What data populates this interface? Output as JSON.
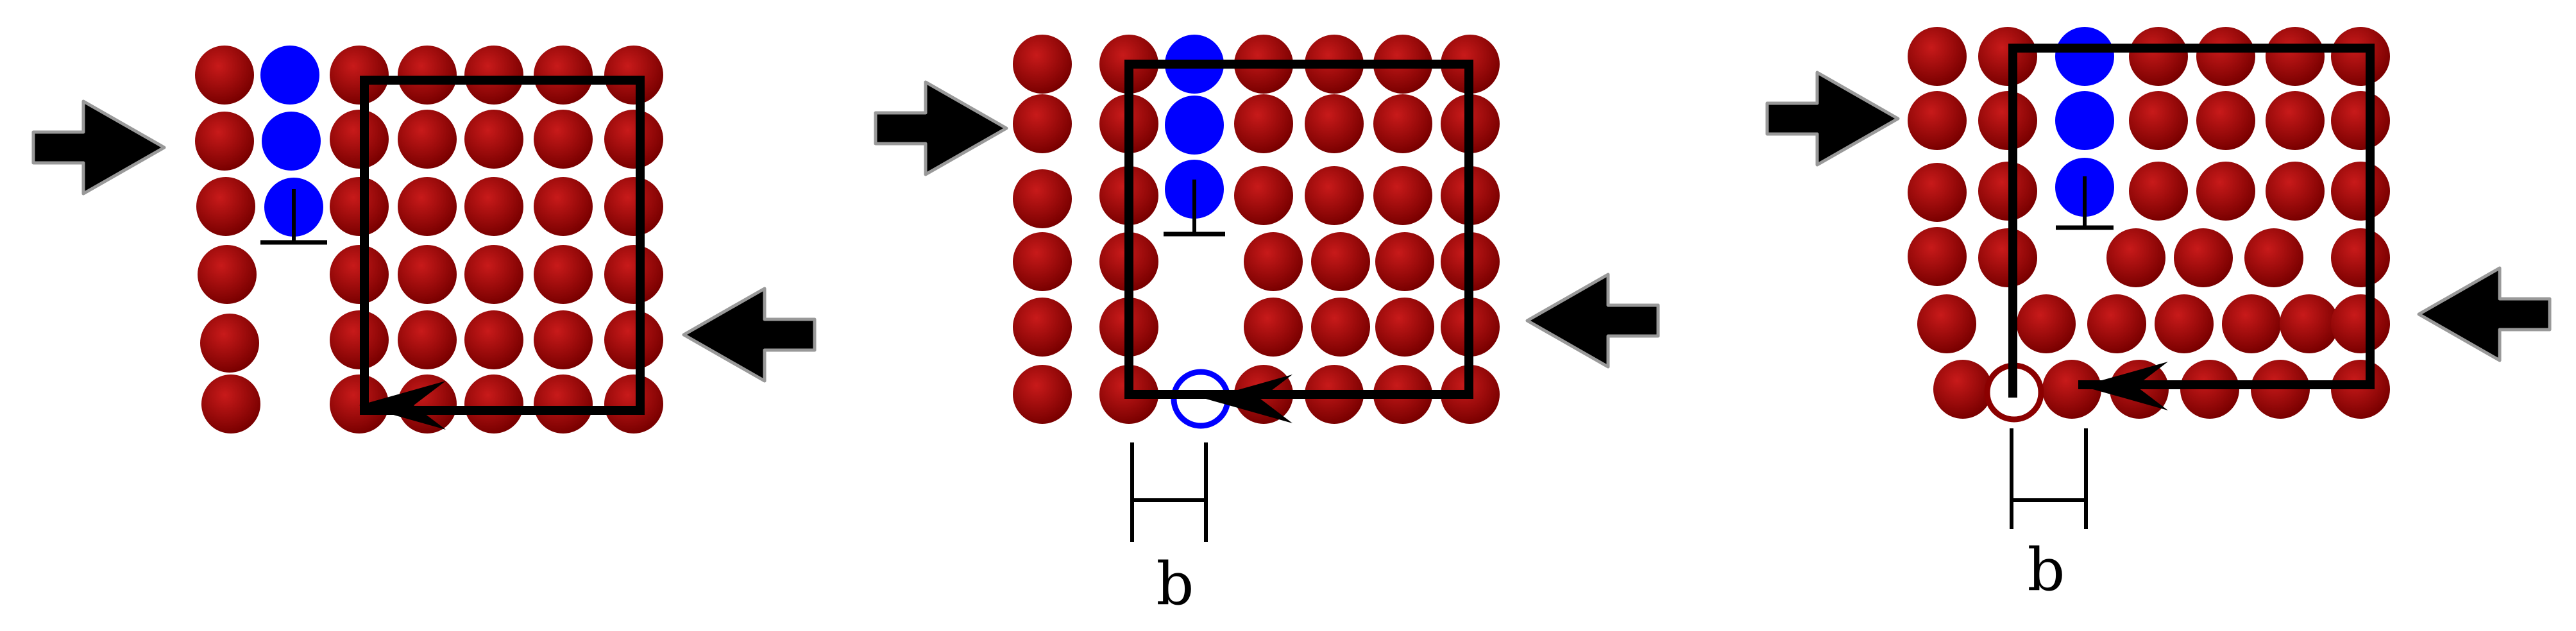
{
  "title": "",
  "colors": {
    "atom": "#8b0000",
    "atom_highlight": "#c81a1a",
    "dislocation_atom": "#0000ff",
    "circuit": "#000000",
    "arrow_fill": "#000000",
    "arrow_stroke": "#999999",
    "background": "#ffffff"
  },
  "panels": [
    {
      "id": "panel-1",
      "description_label": "",
      "burgers_label": "",
      "has_burgers_vector": false,
      "vacancy_marker": "none"
    },
    {
      "id": "panel-2",
      "description_label": "",
      "burgers_label": "b",
      "has_burgers_vector": true,
      "vacancy_marker": "blue-open-circle"
    },
    {
      "id": "panel-3",
      "description_label": "",
      "burgers_label": "b",
      "has_burgers_vector": true,
      "vacancy_marker": "red-open-circle"
    }
  ],
  "icons": {
    "shear_arrow": "right-arrow-icon",
    "dislocation_symbol": "edge-dislocation-symbol",
    "circuit_arrow": "burgers-circuit-arrow-icon"
  }
}
